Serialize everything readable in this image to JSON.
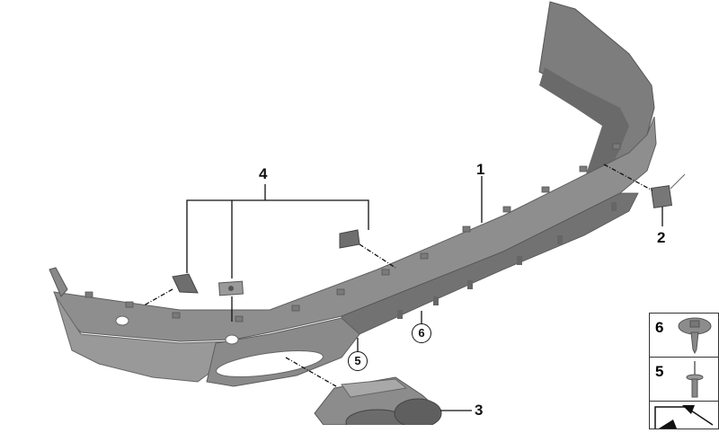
{
  "diagram": {
    "type": "exploded-parts-view",
    "subject": "rear bumper trim panel assembly",
    "callouts": [
      {
        "id": "1",
        "label": "1",
        "style": "plain",
        "part": "rear bumper trim panel"
      },
      {
        "id": "2",
        "label": "2",
        "style": "plain",
        "part": "tow hook cover"
      },
      {
        "id": "3",
        "label": "3",
        "style": "plain",
        "part": "dual exhaust tailpipe trim"
      },
      {
        "id": "4",
        "label": "4",
        "style": "plain",
        "part": "clip nuts / brackets (x3)"
      },
      {
        "id": "5",
        "label": "5",
        "style": "circled",
        "part": "rivet"
      },
      {
        "id": "6",
        "label": "6",
        "style": "circled",
        "part": "screw with washer"
      }
    ],
    "legend": [
      {
        "label": "6",
        "icon": "washer-screw-icon"
      },
      {
        "label": "5",
        "icon": "rivet-icon"
      }
    ],
    "colors": {
      "part_fill": "#8e8e8e",
      "part_dark": "#6f6f6f",
      "part_light": "#a9a9a9",
      "line": "#111111",
      "background": "#ffffff"
    }
  }
}
